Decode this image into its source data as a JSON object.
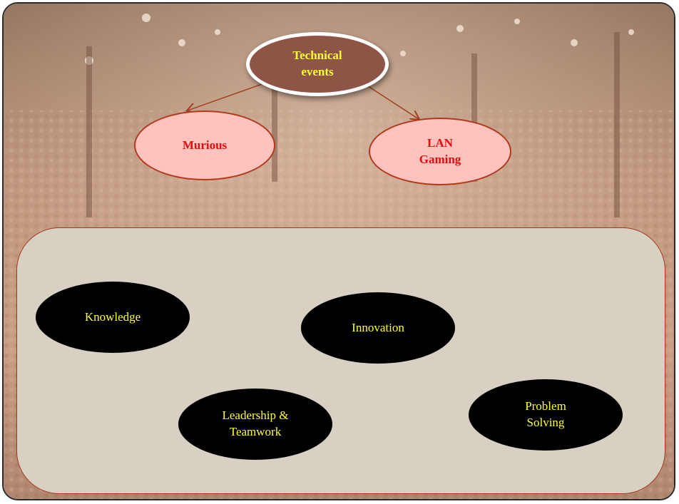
{
  "diagram": {
    "root": {
      "label_line1": "Technical",
      "label_line2": "events"
    },
    "children": [
      {
        "label": "Murious"
      },
      {
        "label_line1": "LAN",
        "label_line2": "Gaming"
      }
    ]
  },
  "qualities": {
    "items": [
      {
        "label": "Knowledge"
      },
      {
        "label": "Innovation"
      },
      {
        "label_line1": "Leadership &",
        "label_line2": "Teamwork"
      },
      {
        "label_line1": "Problem",
        "label_line2": "Solving"
      }
    ]
  },
  "colors": {
    "root_fill": "#8e5446",
    "child_fill": "#ffc2bd",
    "child_text": "#e20c0c",
    "label_yellow": "#ffff2e",
    "panel_fill": "#d8d0c2",
    "arrow": "#a0391a"
  }
}
